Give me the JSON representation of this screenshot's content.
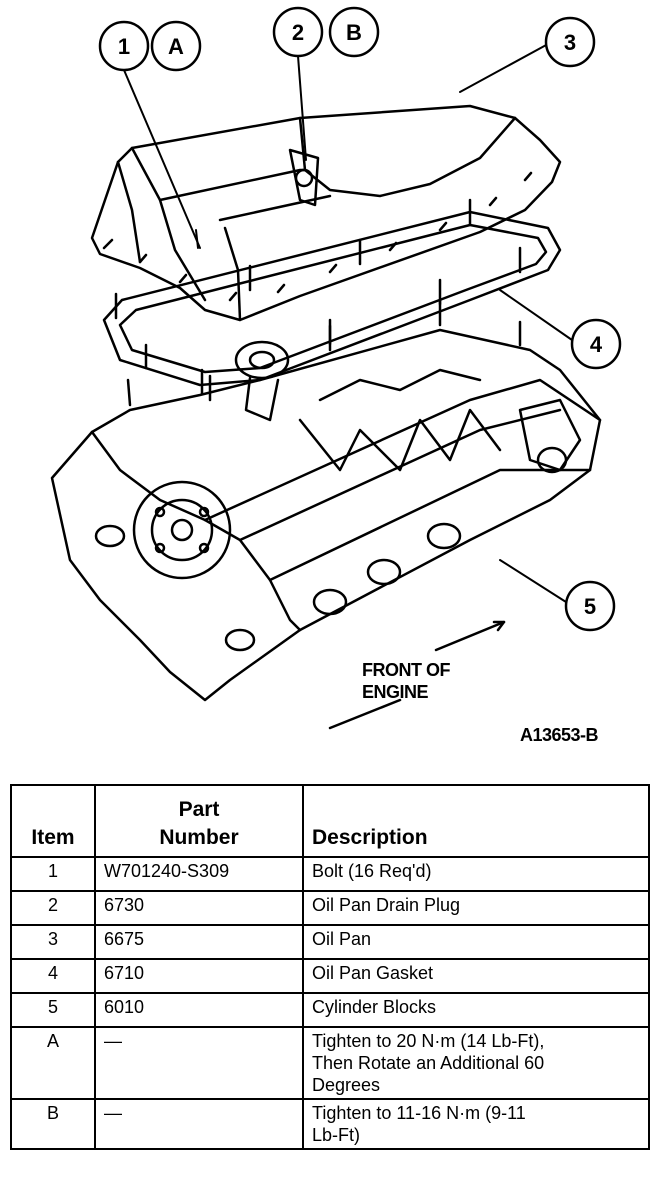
{
  "diagram": {
    "callouts": [
      {
        "id": "c1",
        "label": "1"
      },
      {
        "id": "cA",
        "label": "A"
      },
      {
        "id": "c2",
        "label": "2"
      },
      {
        "id": "cB",
        "label": "B"
      },
      {
        "id": "c3",
        "label": "3"
      },
      {
        "id": "c4",
        "label": "4"
      },
      {
        "id": "c5",
        "label": "5"
      }
    ],
    "front_label_line1": "FRONT OF",
    "front_label_line2": "ENGINE",
    "figure_id": "A13653-B"
  },
  "table": {
    "headers": {
      "item": "Item",
      "part_line1": "Part",
      "part_line2": "Number",
      "description": "Description"
    },
    "rows": [
      {
        "item": "1",
        "part": "W701240-S309",
        "desc": [
          "Bolt (16 Req'd)"
        ]
      },
      {
        "item": "2",
        "part": "6730",
        "desc": [
          "Oil Pan Drain Plug"
        ]
      },
      {
        "item": "3",
        "part": "6675",
        "desc": [
          "Oil Pan"
        ]
      },
      {
        "item": "4",
        "part": "6710",
        "desc": [
          "Oil Pan Gasket"
        ]
      },
      {
        "item": "5",
        "part": "6010",
        "desc": [
          "Cylinder Blocks"
        ]
      },
      {
        "item": "A",
        "part": "—",
        "desc": [
          "Tighten to 20 N·m (14 Lb-Ft),",
          "Then Rotate an Additional 60",
          "Degrees"
        ]
      },
      {
        "item": "B",
        "part": "—",
        "desc": [
          "Tighten to 11-16 N·m (9-11",
          "Lb-Ft)"
        ]
      }
    ]
  }
}
